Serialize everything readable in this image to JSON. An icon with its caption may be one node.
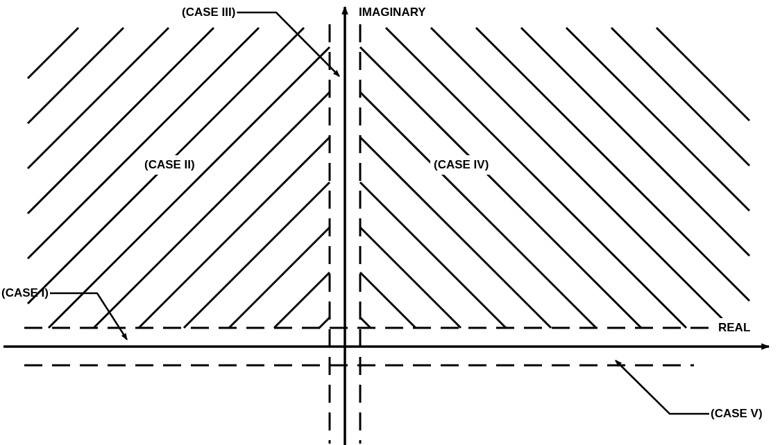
{
  "diagram": {
    "nodes": [
      {
        "text": [
          "(CASE III)"
        ]
      },
      {
        "text": [
          "(CASE I)"
        ]
      },
      {
        "text": [
          "(CASE V)"
        ]
      }
    ],
    "edges": [
      {
        "from": 0,
        "to": null,
        "arrow": "to"
      },
      {
        "from": 1,
        "to": null,
        "arrow": "to"
      },
      {
        "from": 2,
        "to": null,
        "arrow": "to"
      }
    ],
    "labels": [
      "IMAGINARY",
      "(CASE II)",
      "(CASE IV)",
      "REAL"
    ]
  }
}
